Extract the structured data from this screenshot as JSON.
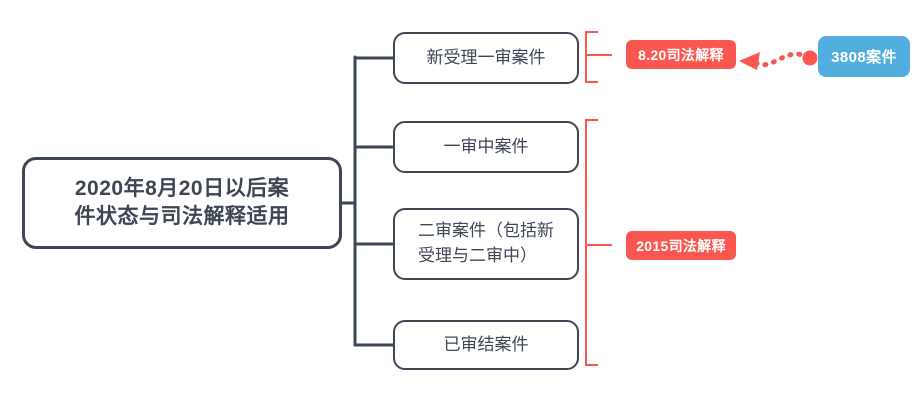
{
  "diagram": {
    "root": {
      "label": "2020年8月20日以后案件状态与司法解释适用",
      "line1": "2020年8月20日以后案",
      "line2": "件状态与司法解释适用"
    },
    "branches": [
      {
        "label": "新受理一审案件"
      },
      {
        "label": "一审中案件"
      },
      {
        "label": "二审案件（包括新受理与二审中）",
        "line1": "二审案件（包括新",
        "line2": "受理与二审中）"
      },
      {
        "label": "已审结案件"
      }
    ],
    "annotations": [
      {
        "name": "interpretation-820",
        "label": "8.20司法解释",
        "color": "#f9574f",
        "covers": [
          "新受理一审案件"
        ]
      },
      {
        "name": "interpretation-2015",
        "label": "2015司法解释",
        "color": "#f9574f",
        "covers": [
          "一审中案件",
          "二审案件（包括新受理与二审中）",
          "已审结案件"
        ]
      }
    ],
    "callout": {
      "label": "3808案件",
      "color": "#52aede",
      "points_to": "8.20司法解释"
    },
    "colors": {
      "node_border": "#3e4654",
      "node_text": "#3e4654",
      "accent_red": "#f9574f",
      "accent_blue": "#52aede",
      "background": "#ffffff"
    }
  }
}
